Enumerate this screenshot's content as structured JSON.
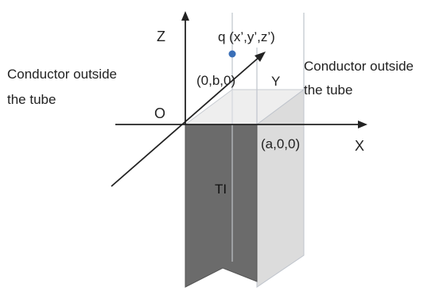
{
  "labels": {
    "z_axis": "Z",
    "x_axis": "X",
    "y_axis": "Y",
    "origin": "O",
    "point_charge": "q (x’,y’,z’)",
    "point_0b0": "(0,b,0)",
    "point_a00": "(a,0,0)",
    "ti_region": "TI",
    "left_conductor_line1": "Conductor outside",
    "left_conductor_line2": "the tube",
    "right_conductor_line1": "Conductor outside",
    "right_conductor_line2": "the tube"
  },
  "colors": {
    "ti_face": "#6b6b6b",
    "side_face": "#dcdcdc",
    "top_face": "#eeeeee",
    "outline": "#bfc4cc",
    "axis": "#222222",
    "charge": "#3a6fb7"
  }
}
